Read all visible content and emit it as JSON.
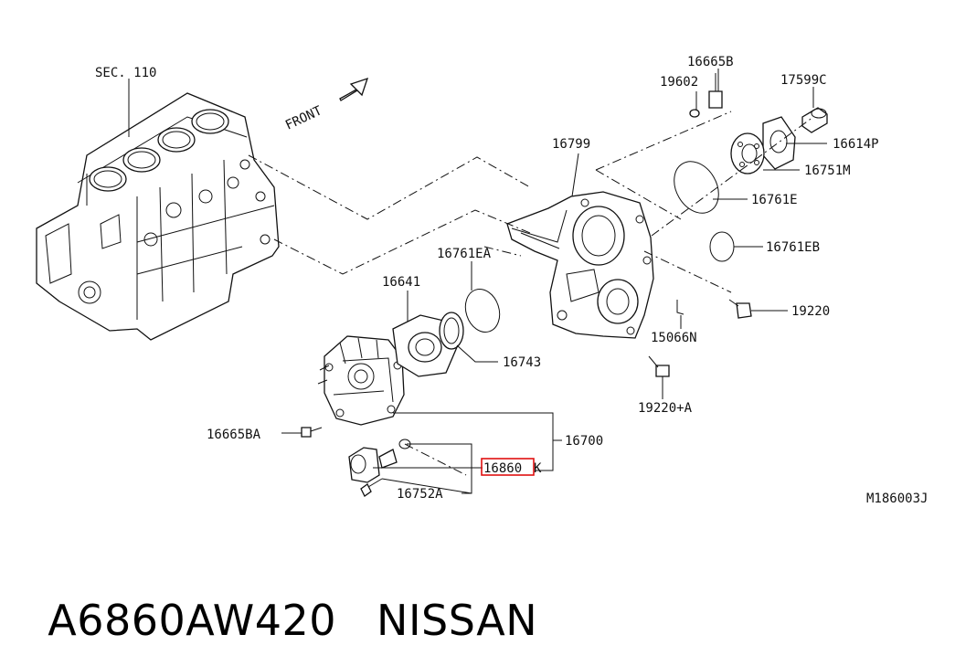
{
  "diagram": {
    "direction_label": "FRONT",
    "section_ref": "SEC. 110",
    "figure_id": "M186003J",
    "highlighted_part": "16860",
    "callouts": {
      "p16665B": "16665B",
      "p19602": "19602",
      "p17599C": "17599C",
      "p16614P": "16614P",
      "p16751M": "16751M",
      "p16799": "16799",
      "p16761E": "16761E",
      "p16761EB": "16761EB",
      "p16761EA": "16761EA",
      "p16641": "16641",
      "p19220": "19220",
      "p15066N": "15066N",
      "p16743": "16743",
      "p19220A": "19220+A",
      "p16700": "16700",
      "p16665BA": "16665BA",
      "p16752A": "16752A"
    }
  },
  "caption": {
    "part_number": "A6860AW420",
    "brand": "NISSAN"
  }
}
